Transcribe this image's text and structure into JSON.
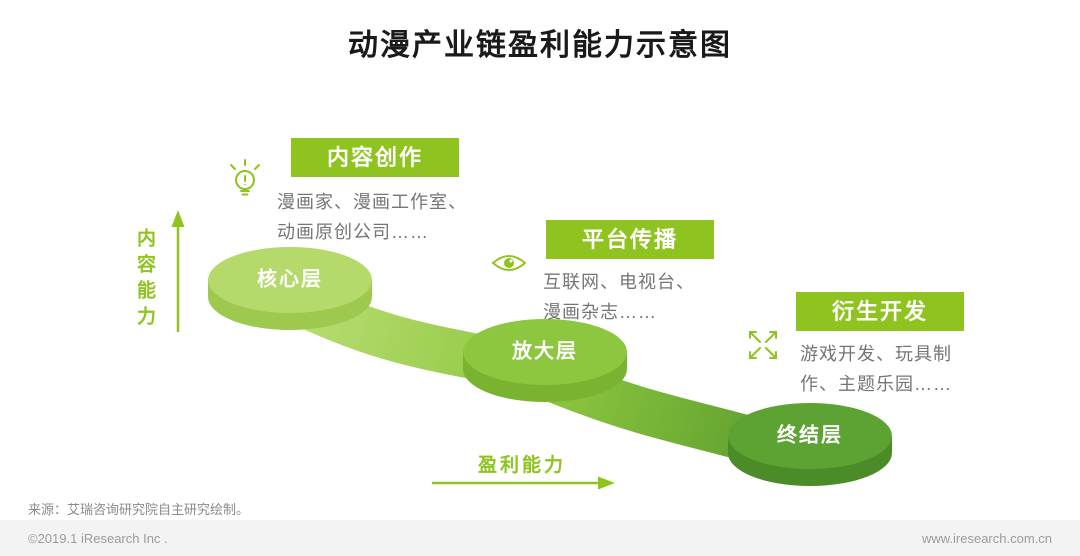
{
  "title": "动漫产业链盈利能力示意图",
  "axes": {
    "y_label": "内容能力",
    "x_label": "盈利能力"
  },
  "layers": [
    {
      "disc": "核心层",
      "tag": "内容创作",
      "desc": "漫画家、漫画工作室、动画原创公司……",
      "icon": "lightbulb-icon"
    },
    {
      "disc": "放大层",
      "tag": "平台传播",
      "desc": "互联网、电视台、漫画杂志……",
      "icon": "eye-icon"
    },
    {
      "disc": "终结层",
      "tag": "衍生开发",
      "desc": "游戏开发、玩具制作、主题乐园……",
      "icon": "expand-arrows-icon"
    }
  ],
  "source": "来源：艾瑞咨询研究院自主研究绘制。",
  "footer": {
    "copyright": "©2019.1 iResearch Inc .",
    "website": "www.iresearch.com.cn"
  },
  "colors": {
    "accent": "#8fc31f",
    "disc_core_top": "#b5d96b",
    "disc_mid_top": "#8dc63f",
    "disc_end_top": "#5da333"
  }
}
